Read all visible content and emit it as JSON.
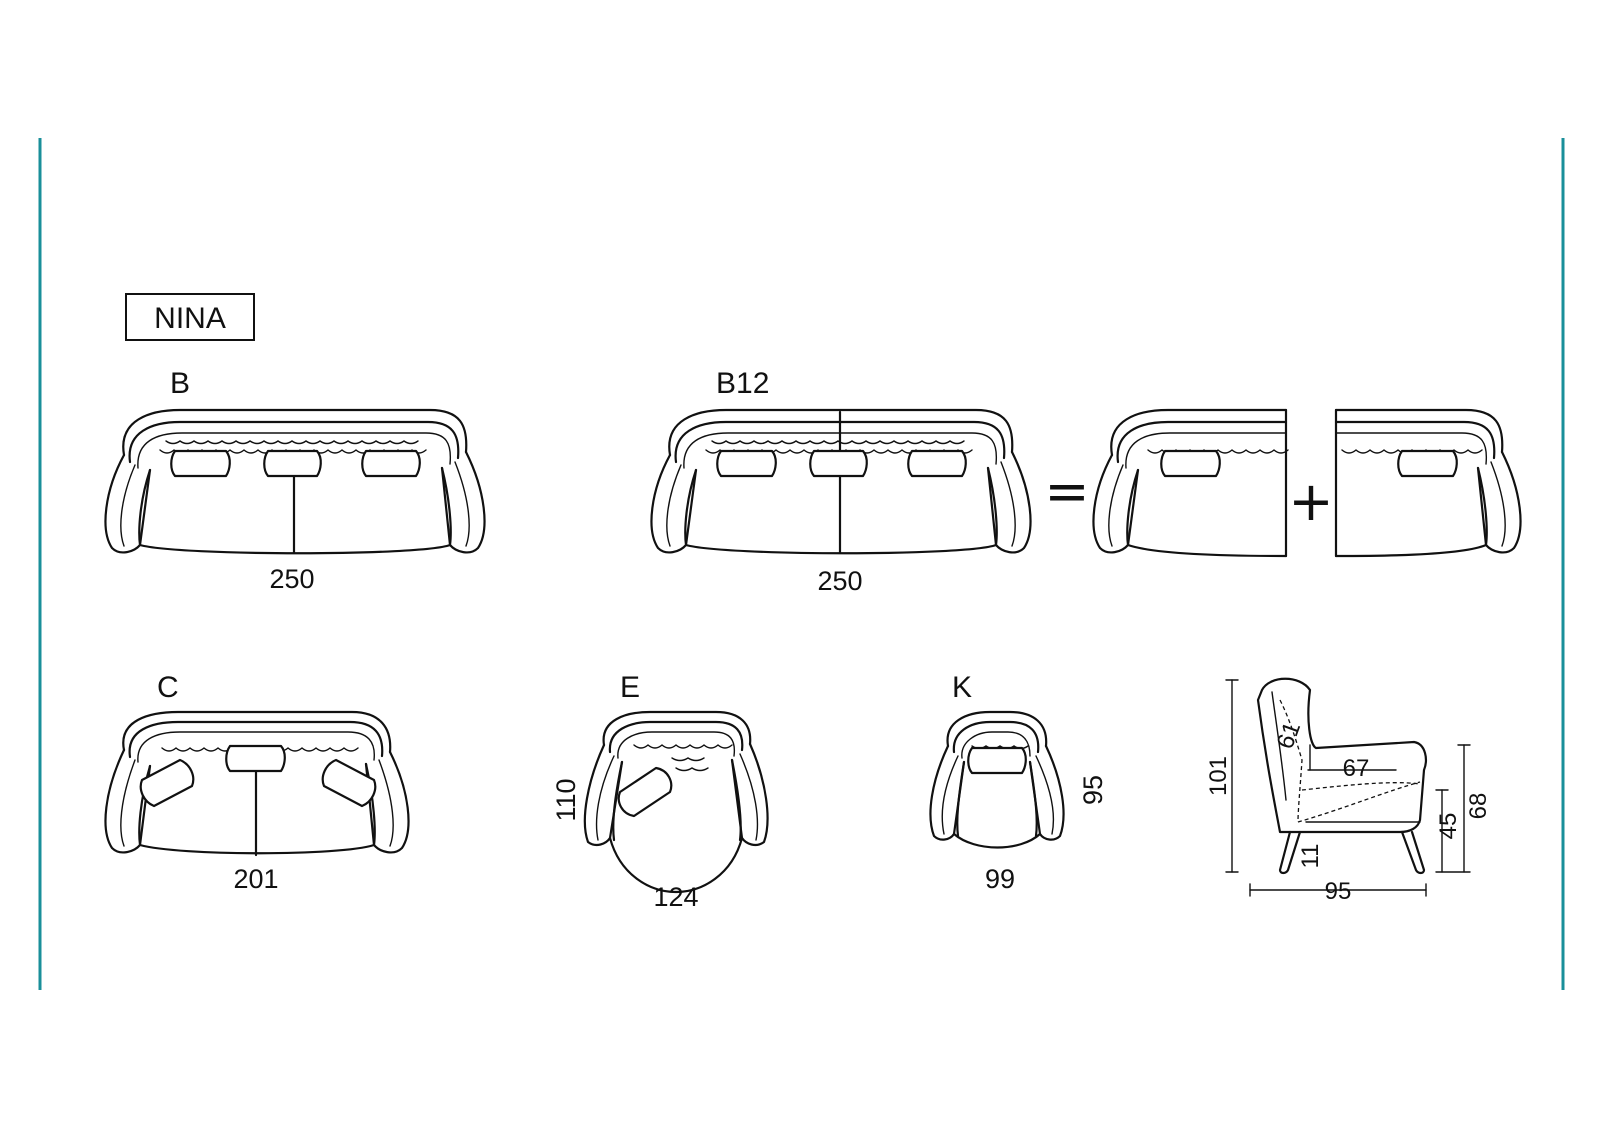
{
  "frame": {
    "color": "#1a8f9a"
  },
  "title": "NINA",
  "models": {
    "B": {
      "label": "B",
      "width": "250"
    },
    "B12": {
      "label": "B12",
      "width": "250",
      "equals": "=",
      "plus": "+"
    },
    "C": {
      "label": "C",
      "width": "201"
    },
    "E": {
      "label": "E",
      "width": "124",
      "depth": "110"
    },
    "K": {
      "label": "K",
      "width": "99",
      "depth": "95"
    }
  },
  "side_view": {
    "total_height": "101",
    "back_depth": "61",
    "seat_depth": "67",
    "arm_height": "68",
    "seat_height": "45",
    "leg_height": "11",
    "total_depth": "95"
  }
}
